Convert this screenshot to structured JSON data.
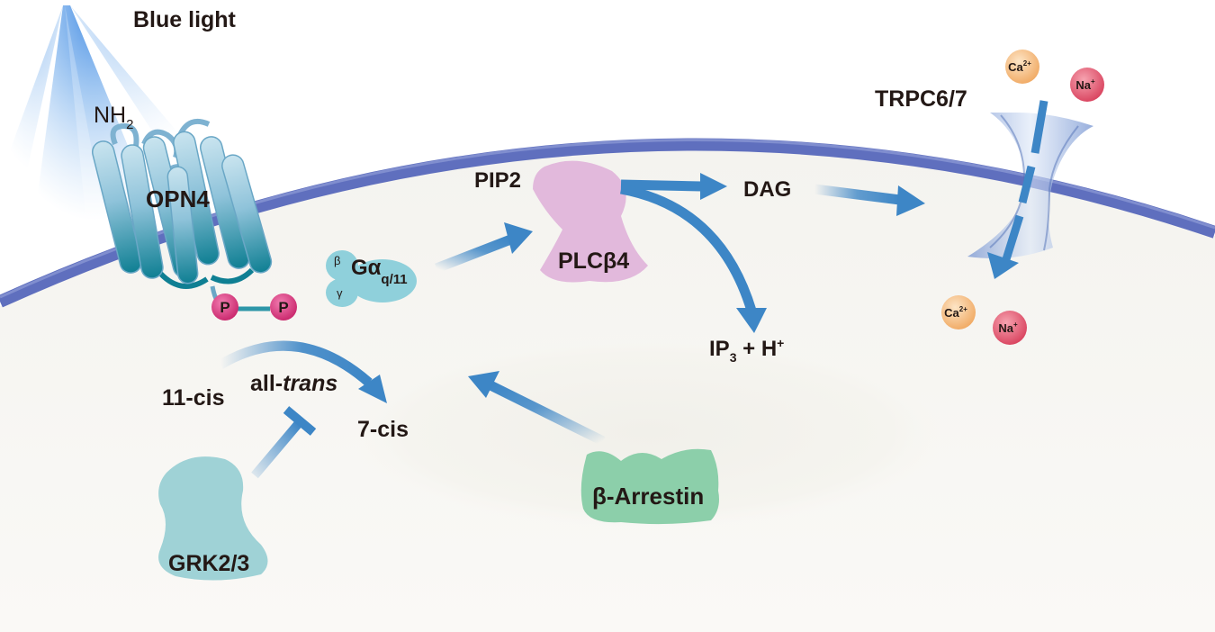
{
  "labels": {
    "light": "Blue light",
    "nh2_base": "NH",
    "nh2_sub": "2",
    "receptor": "OPN4",
    "phospho": "P",
    "g_beta": "β",
    "g_gamma": "γ",
    "g_alpha": "Gα",
    "g_alpha_sub": "q/11",
    "pip2": "PIP2",
    "plc": "PLCβ4",
    "dag": "DAG",
    "ip3_base": "IP",
    "ip3_sub": "3",
    "ip3_rest": " + H",
    "ip3_sup": "+",
    "channel": "TRPC6/7",
    "ca_base": "Ca",
    "ca_sup": "2+",
    "na_base": "Na",
    "na_sup": "+",
    "cis11": "11-cis",
    "all_prefix": "all-",
    "all_trans": "trans",
    "cis7": "7-cis",
    "grk": "GRK2/3",
    "arrestin": "β-Arrestin"
  },
  "colors": {
    "membrane": "#5f6fbe",
    "arrow": "#3d86c6",
    "helix": "#1c8aa0",
    "phospho": "#d7357a",
    "g_protein": "#8fd0db",
    "plc": "#e2b9dc",
    "grk": "#9fd2d6",
    "arrestin": "#8ccfaa",
    "calcium": "#f3b77a",
    "sodium": "#e0566f",
    "light": "#2f7fe0"
  },
  "icons": {
    "light": "light-beam-icon",
    "receptor": "seven-helix-receptor-icon",
    "channel": "ion-channel-icon",
    "inhibition": "inhibition-bar-icon"
  }
}
